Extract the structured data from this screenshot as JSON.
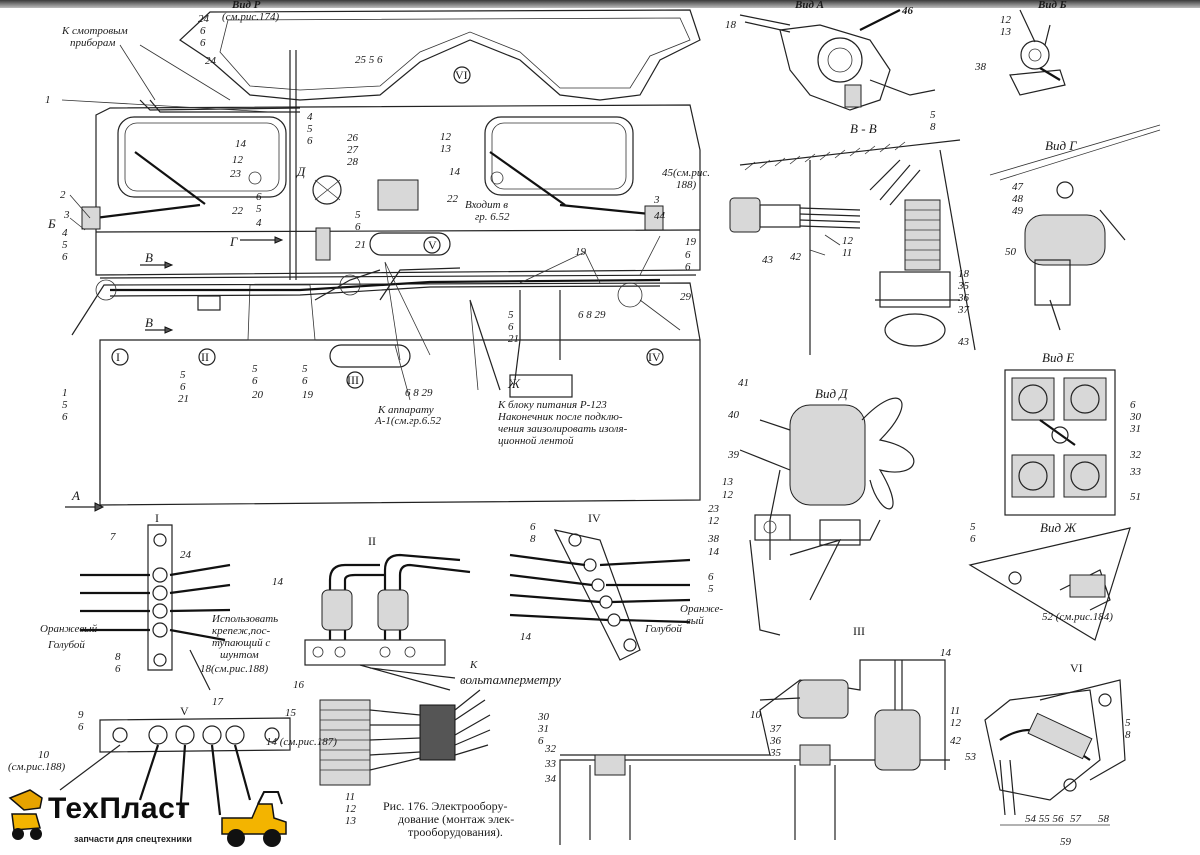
{
  "views": {
    "vid_r": "Вид Р",
    "vid_r_ref": "(см.рис.174)",
    "vid_a": "Вид А",
    "vid_a_num": "46",
    "vid_b": "Вид Б",
    "vid_v": "В - В",
    "vid_g": "Вид Г",
    "vid_d": "Вид Д",
    "vid_e": "Вид Е",
    "vid_zh": "Вид Ж"
  },
  "notes": {
    "k_smotr_1": "К смотровым",
    "k_smotr_2": "приборам",
    "vhodit_1": "Входит в",
    "vhodit_2": "гр. 6.52",
    "k_apparatu_1": "К аппарату",
    "k_apparatu_2": "А-1(см.гр.6.52",
    "k_bloku_1": "К блоку питания Р-123",
    "k_bloku_2": "Наконечник после подклю-",
    "k_bloku_3": "чения заизолировать изоля-",
    "k_bloku_4": "ционной лентой",
    "ispolz_1": "Использовать",
    "ispolz_2": "крепеж,пос-",
    "ispolz_3": "тупающий с",
    "ispolz_4": "шунтом",
    "ref_18": "18(см.рис.188)",
    "oranzh_1": "Оранжевый",
    "goluboy_1": "Голубой",
    "oranzh_4a": "Оранже-",
    "oranzh_4b": "вый",
    "goluboy_4": "Голубой",
    "k_volt_1": "К",
    "k_volt_2": "вольтамперметру",
    "ref_10": "10",
    "ref_10b": "(см.рис.188)",
    "ref_14": "14 (см.рис.187)",
    "ref_45a": "45(см.рис.",
    "ref_45b": "188)",
    "ref_52": "52 (см.рис.184)"
  },
  "caption": {
    "line1": "Рис. 176. Электрообору-",
    "line2": "дование (монтаж элек-",
    "line3": "трооборудования)."
  },
  "roman": {
    "I": "I",
    "II": "II",
    "III": "III",
    "IV": "IV",
    "V": "V",
    "VI": "VI",
    "I_detail": "I",
    "II_detail": "II",
    "III_detail": "III",
    "IV_detail": "IV",
    "V_detail": "V",
    "VI_detail": "VI"
  },
  "markers": {
    "A": "A",
    "B_arrow": "Б",
    "G": "Г",
    "V1": "В",
    "V2": "В",
    "D": "Д",
    "ZH": "Ж"
  },
  "logo": {
    "brand_part1": "Тех",
    "brand_part2": "Пласт",
    "tagline": "запчасти для спецтехники"
  },
  "colors": {
    "ink": "#1a1a1a",
    "paper": "#ffffff"
  }
}
